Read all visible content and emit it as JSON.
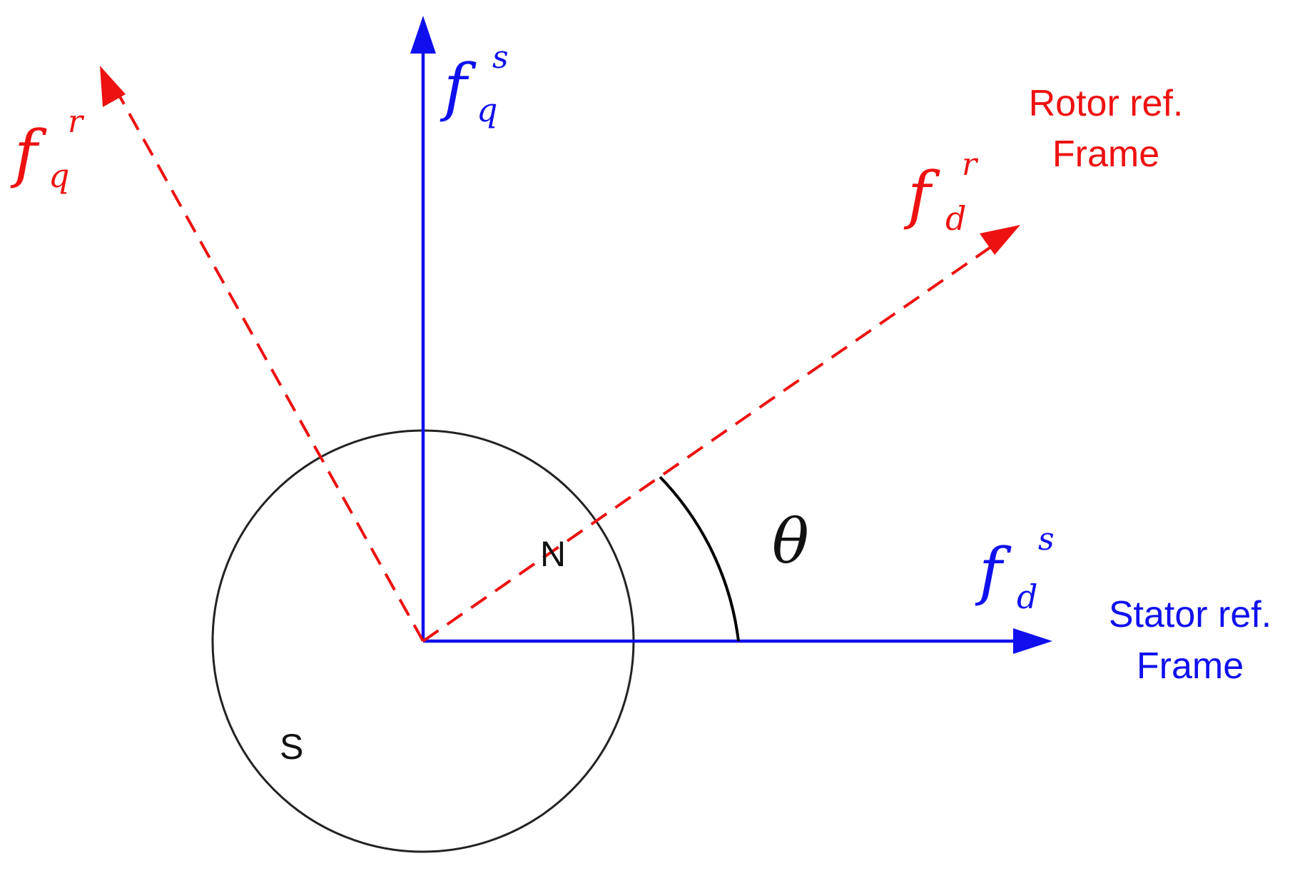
{
  "diagram": {
    "colors": {
      "stator": "#1010ee",
      "rotor": "#ee1111",
      "rotor_body": "#222222",
      "angle": "#000000"
    },
    "axes": {
      "stator_q": {
        "base": "f",
        "sup": "s",
        "sub": "q"
      },
      "stator_d": {
        "base": "f",
        "sup": "s",
        "sub": "d"
      },
      "rotor_q": {
        "base": "f",
        "sup": "r",
        "sub": "q"
      },
      "rotor_d": {
        "base": "f",
        "sup": "r",
        "sub": "d"
      }
    },
    "frames": {
      "rotor": {
        "line1": "Rotor ref.",
        "line2": "Frame"
      },
      "stator": {
        "line1": "Stator ref.",
        "line2": "Frame"
      }
    },
    "rotor": {
      "north": "N",
      "south": "S"
    },
    "angle": {
      "symbol": "θ"
    }
  }
}
